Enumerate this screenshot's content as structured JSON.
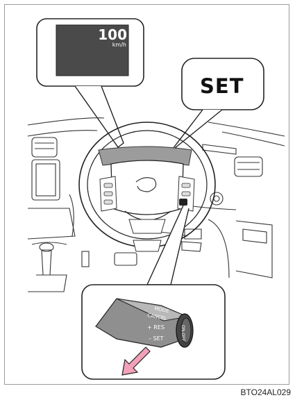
{
  "figure": {
    "display": {
      "speed_value": "100",
      "speed_unit": "km/h"
    },
    "callout": {
      "label": "SET"
    },
    "lever_labels": {
      "mode": "MODE",
      "cancel": "CANCEL",
      "plus_res": "+ RES",
      "minus_set": "– SET",
      "on_off": "ON-OFF"
    },
    "highlight_color": "#9c9c9c",
    "arrow_color": "#f2a1b8",
    "screen_color": "#4a4a4a",
    "figure_code": "BTO24AL029"
  }
}
